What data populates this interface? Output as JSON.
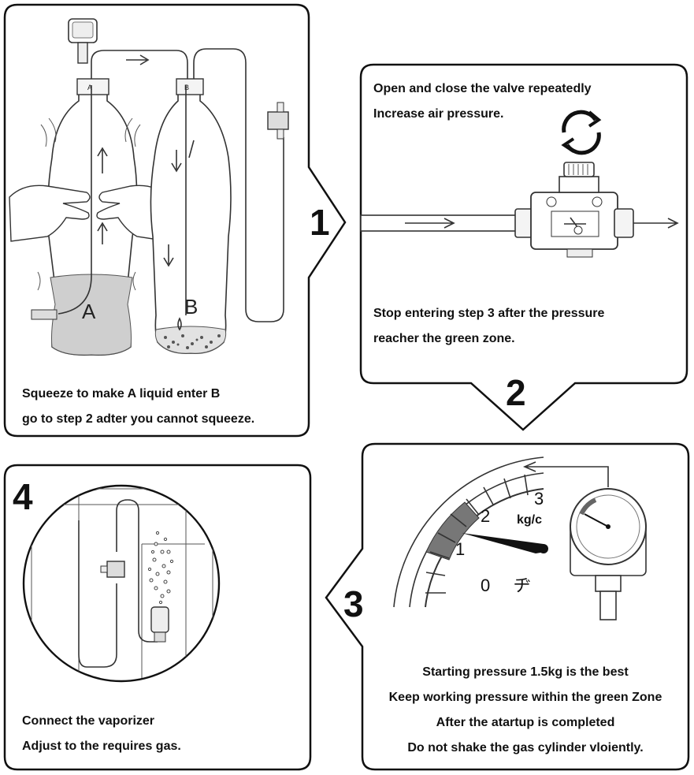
{
  "panels": {
    "p1": {
      "number": "1",
      "bottle_a_label": "A",
      "bottle_b_label": "B",
      "cap_a_label": "A",
      "cap_b_label": "B",
      "caption_lines": [
        "Squeeze to make A liquid enter B",
        "go to step 2 adter you cannot squeeze."
      ]
    },
    "p2": {
      "number": "2",
      "top_lines": [
        "Open and close the valve repeatedly",
        "Increase air pressure."
      ],
      "bottom_lines": [
        "Stop entering step 3 after the pressure",
        "reacher the green zone."
      ]
    },
    "p3": {
      "number": "3",
      "gauge_labels": [
        "0",
        "1",
        "2",
        "3"
      ],
      "unit_label": "kg/c",
      "caption_lines": [
        "Starting pressure 1.5kg is the best",
        "Keep working pressure within the green Zone",
        "After the atartup is completed",
        "Do not shake the gas cylinder vloiently."
      ]
    },
    "p4": {
      "number": "4",
      "caption_lines": [
        "Connect the vaporizer",
        "Adjust to the requires gas."
      ]
    }
  },
  "colors": {
    "outline": "#111111",
    "liquid": "#cfcfcf",
    "gauge_band": "#777777"
  }
}
